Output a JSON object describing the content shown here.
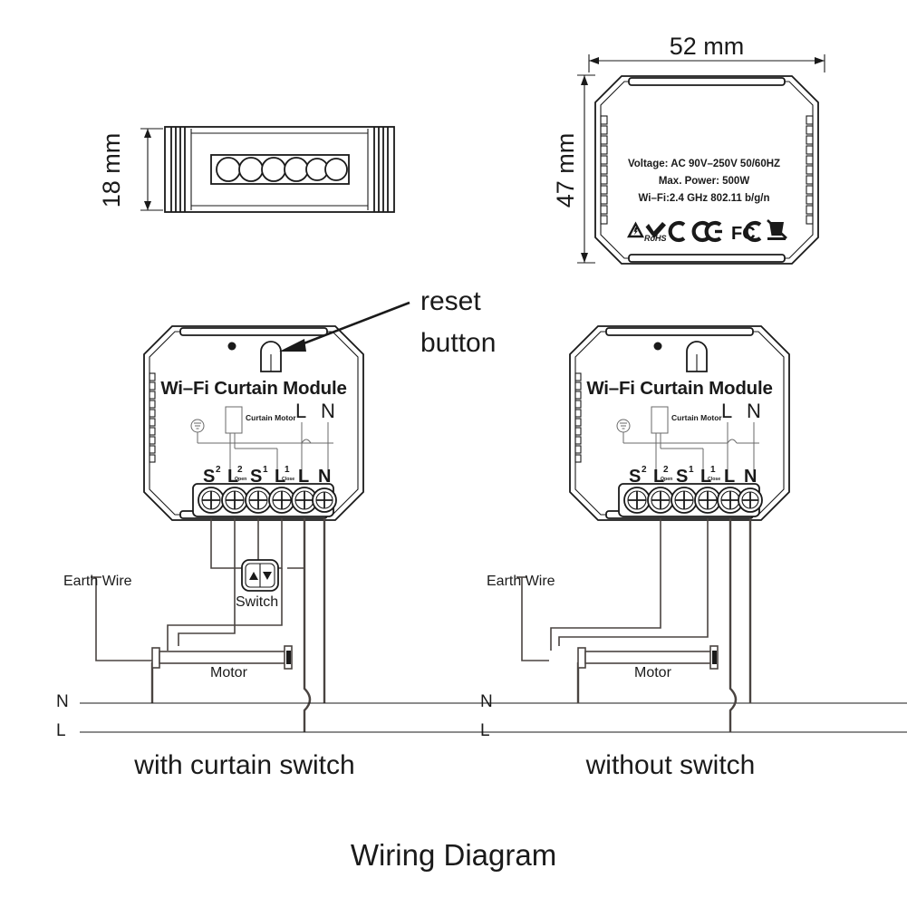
{
  "figure": {
    "title": "Wiring Diagram"
  },
  "dimensions": {
    "side_view": {
      "label": "18 mm",
      "icon": "side-view-module",
      "terminal_holes": 6
    },
    "front_view": {
      "width_label": "52 mm",
      "height_label": "47 mm"
    }
  },
  "spec_plate": {
    "lines": [
      "Voltage: AC 90V–250V   50/60HZ",
      "Max. Power: 500W",
      "Wi–Fi:2.4 GHz   802.11 b/g/n"
    ],
    "certifications": [
      "high-voltage-warning-icon",
      "rohs-icon",
      "c-tick-icon",
      "ce-icon",
      "fcc-icon",
      "weee-bin-icon"
    ],
    "rohs_text": "RoHS",
    "fcc_text": "FC"
  },
  "annotation": {
    "reset_button": {
      "line1": "reset",
      "line2": "button"
    }
  },
  "module": {
    "title": "Wi–Fi Curtain Module",
    "internal_label": "Curtain Motor",
    "live_label": "L",
    "neutral_label": "N",
    "terminals": [
      {
        "main": "S",
        "sup": "2",
        "sub": ""
      },
      {
        "main": "L",
        "sup": "2",
        "sub": "Open"
      },
      {
        "main": "S",
        "sup": "1",
        "sub": ""
      },
      {
        "main": "L",
        "sup": "1",
        "sub": "Close"
      },
      {
        "main": "L",
        "sup": "",
        "sub": ""
      },
      {
        "main": "N",
        "sup": "",
        "sub": ""
      }
    ],
    "led_icon": "status-led-dot",
    "reset_icon": "reset-button-keyhole",
    "earth_icon": "earth-ground-icon"
  },
  "diagrams": [
    {
      "id": "with-switch",
      "caption": "with curtain switch",
      "earth_label": "Earth Wire",
      "switch_label": "Switch",
      "switch_icons": [
        "up-arrow-icon",
        "down-arrow-icon"
      ],
      "motor_label": "Motor",
      "rail_neutral": "N",
      "rail_live": "L",
      "has_switch": true
    },
    {
      "id": "without-switch",
      "caption": "without switch",
      "earth_label": "Earth Wire",
      "switch_label": "",
      "switch_icons": [],
      "motor_label": "Motor",
      "rail_neutral": "N",
      "rail_live": "L",
      "has_switch": false
    }
  ],
  "colors": {
    "stroke": "#1a1a1a",
    "wire": "#4a4441",
    "background": "#ffffff"
  }
}
